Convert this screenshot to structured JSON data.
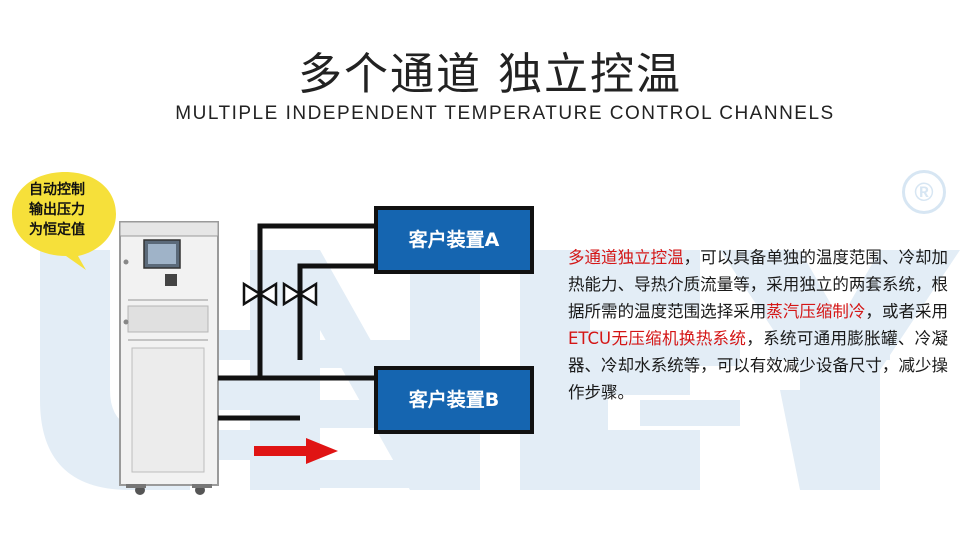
{
  "title": "多个通道 独立控温",
  "subtitle": "MULTIPLE INDEPENDENT TEMPERATURE CONTROL CHANNELS",
  "bubble": {
    "lines": [
      "自动控制",
      "输出压力",
      "为恒定值"
    ]
  },
  "devices": {
    "a": "客户装置A",
    "b": "客户装置B"
  },
  "watermark": {
    "mark": "®"
  },
  "description": {
    "p1_red": "多通道独立控温",
    "p2": "，可以具备单独的温度范围、冷却加热能力、导热介质流量等，采用独立的两套系统，根据所需的温度范围选择采用",
    "p3_red": "蒸汽压缩制冷",
    "p4": "，或者采用",
    "p5_red": "ETCU无压缩机换热系统",
    "p6": "，系统可通用膨胀罐、冷凝器、冷却水系统等，可以有效减少设备尺寸，减少操作步骤。"
  },
  "colors": {
    "accent_red": "#d41616",
    "device_blue": "#1565b0",
    "bubble_yellow": "#f6e03a",
    "watermark": "#dbe8f4"
  }
}
